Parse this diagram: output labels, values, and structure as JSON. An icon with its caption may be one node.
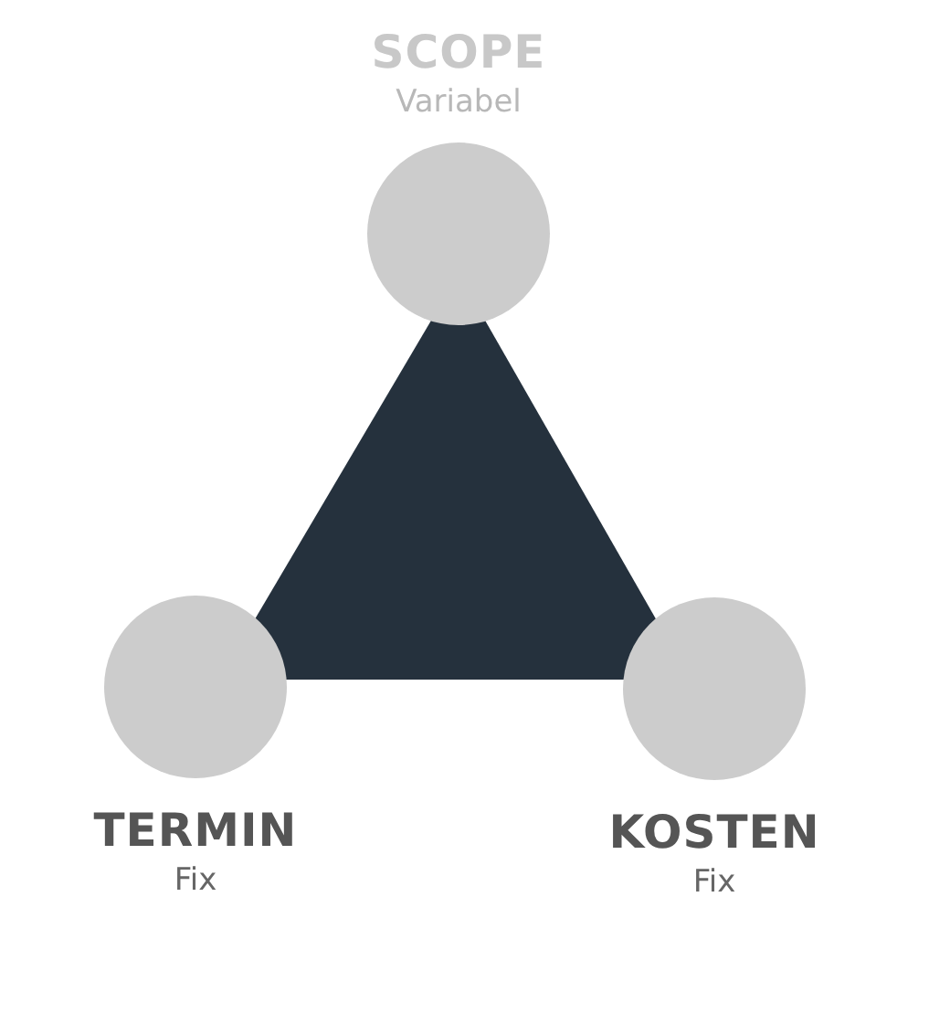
{
  "diagram": {
    "nodes": [
      {
        "text": [
          "SCOPE",
          "Variabel"
        ]
      },
      {
        "text": [
          "TERMIN",
          "Fix"
        ]
      },
      {
        "text": [
          "KOSTEN",
          "Fix"
        ]
      }
    ]
  }
}
